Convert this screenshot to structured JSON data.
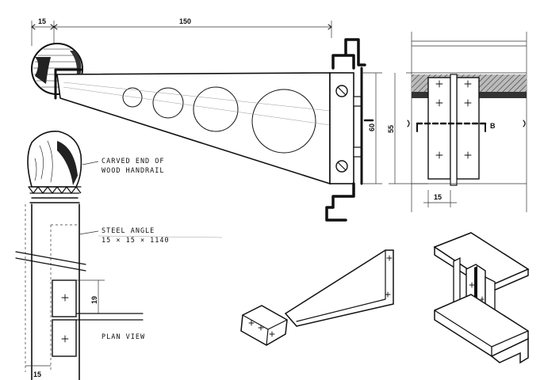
{
  "labels": {
    "carved_end_line1": "CARVED END OF",
    "carved_end_line2": "WOOD HANDRAIL",
    "steel_angle_line1": "STEEL ANGLE",
    "steel_angle_line2": "15 × 15 × 1140",
    "plan_view": "PLAN VIEW",
    "section_marker": "B"
  },
  "dimensions": {
    "rail_overhang": "15",
    "bracket_length": "150",
    "bracket_height": "60",
    "section_height": "55",
    "section_width": "15",
    "plan_offset": "19",
    "plan_bottom": "15"
  }
}
